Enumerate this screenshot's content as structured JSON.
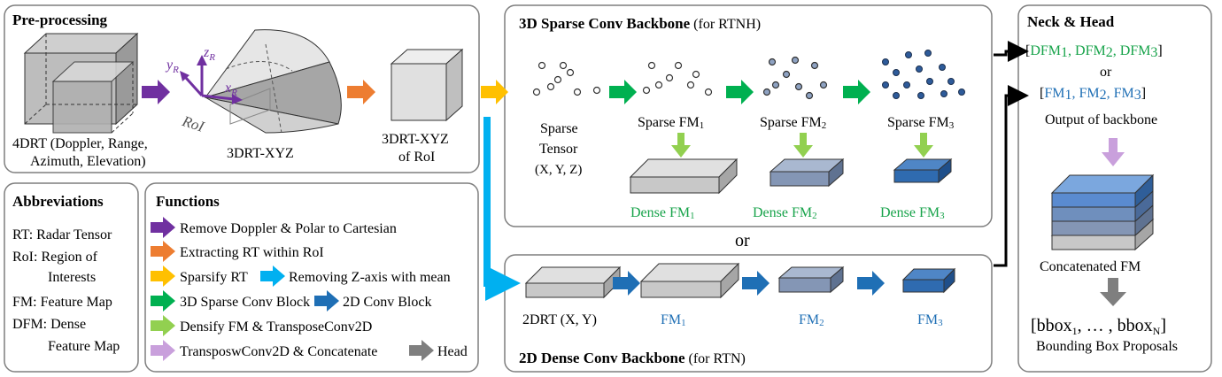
{
  "preprocessing": {
    "title": "Pre-processing",
    "label_4drt": [
      "4DRT (Doppler, Range,",
      "Azimuth, Elevation)"
    ],
    "label_3drt": "3DRT-XYZ",
    "label_roi_cube": [
      "3DRT-XYZ",
      "of RoI"
    ],
    "axis_y": "y",
    "axis_z": "z",
    "axis_x": "x",
    "axis_sub": "R",
    "roi_label": "RoI"
  },
  "sparse_backbone": {
    "title_bold": "3D Sparse Conv Backbone",
    "title_rest": " (for RTNH)",
    "sparse_tensor": [
      "Sparse",
      "Tensor",
      "(X, Y, Z)"
    ],
    "sparse_fm1": "Sparse FM",
    "sparse_fm2": "Sparse FM",
    "sparse_fm3": "Sparse FM",
    "dense_fm1": "Dense FM",
    "dense_fm2": "Dense FM",
    "dense_fm3": "Dense FM",
    "sub1": "1",
    "sub2": "2",
    "sub3": "3"
  },
  "or_label": "or",
  "dense_backbone": {
    "title_bold": "2D Dense Conv Backbone",
    "title_rest": " (for RTN)",
    "drt_label": "2DRT (X, Y)",
    "fm1": "FM",
    "fm2": "FM",
    "fm3": "FM"
  },
  "neck_head": {
    "title": "Neck & Head",
    "dfm_line": [
      "[",
      "DFM",
      "1",
      ", ",
      "DFM",
      "2",
      ", ",
      "DFM",
      "3",
      "]"
    ],
    "or": "or",
    "fm_line": [
      "[",
      "FM",
      "1",
      ", ",
      "FM",
      "2",
      ", ",
      "FM",
      "3",
      "]"
    ],
    "output": "Output of backbone",
    "concat": "Concatenated FM",
    "bbox": "[bbox",
    "bbox_sub1": "1",
    "bbox_mid": ", … , bbox",
    "bbox_subn": "N",
    "bbox_end": "]",
    "proposals": "Bounding Box Proposals"
  },
  "abbreviations": {
    "title": "Abbreviations",
    "lines": [
      "RT: Radar Tensor",
      "RoI:  Region of",
      "Interests",
      "FM: Feature Map",
      "DFM: Dense",
      "Feature Map"
    ]
  },
  "functions": {
    "title": "Functions",
    "items": [
      "Remove Doppler & Polar to Cartesian",
      "Extracting RT within RoI",
      "Sparsify RT",
      "Removing Z-axis with mean",
      "3D Sparse Conv Block",
      "2D Conv Block",
      "Densify FM & TransposeConv2D",
      "TransposwConv2D & Concatenate",
      "Head"
    ]
  },
  "colors": {
    "purple": "#7030a0",
    "orange": "#ed7d31",
    "yellow": "#ffc000",
    "cyan": "#00b0f0",
    "green": "#00b050",
    "blue": "#1f6fb5",
    "lightgreen": "#92d050",
    "lavender": "#c9a0dc",
    "gray": "#7f7f7f",
    "dfm_text": "#17a34a"
  }
}
